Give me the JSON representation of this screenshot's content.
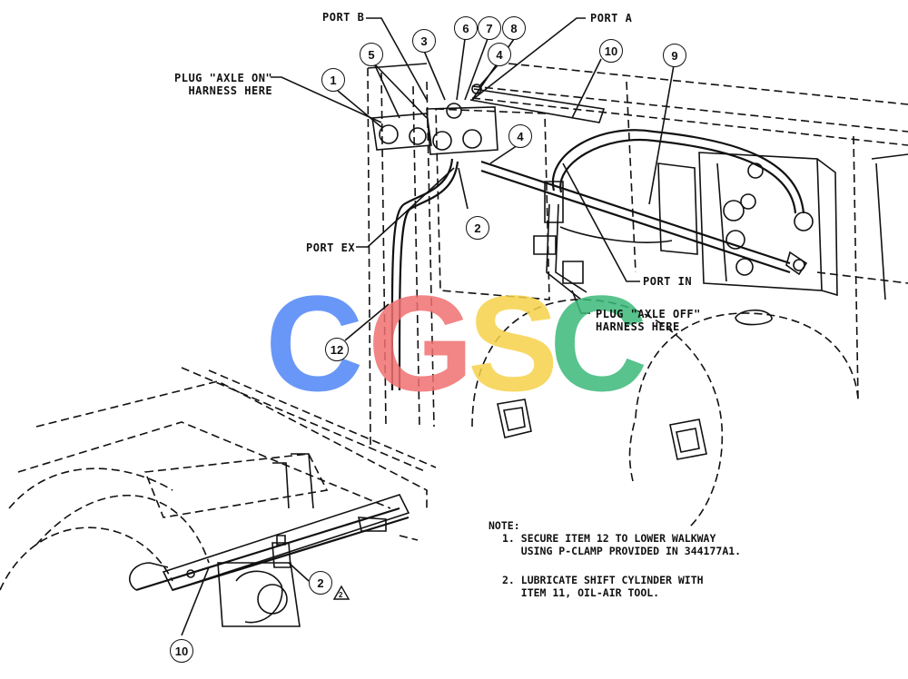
{
  "labels": {
    "port_b": "PORT B",
    "port_a": "PORT A",
    "plug_axle_on": "PLUG \"AXLE ON\"\n  HARNESS HERE",
    "port_ex": "PORT EX",
    "port_in": "PORT IN",
    "plug_axle_off": "PLUG \"AXLE OFF\"\nHARNESS HERE"
  },
  "callouts": {
    "c1": "1",
    "c2": "2",
    "c3": "3",
    "c4a": "4",
    "c4b": "4",
    "c5": "5",
    "c6": "6",
    "c7": "7",
    "c8": "8",
    "c9": "9",
    "c10a": "10",
    "c10b": "10",
    "c12": "12",
    "c2b": "2"
  },
  "warning_mark": "2",
  "note": {
    "heading": "NOTE:",
    "item1": "1. SECURE ITEM 12 TO LOWER WALKWAY\n   USING P-CLAMP PROVIDED IN 344177A1.",
    "item2": "2. LUBRICATE SHIFT CYLINDER WITH\n   ITEM 11, OIL-AIR TOOL."
  },
  "watermark": {
    "letters": [
      "C",
      "G",
      "S",
      "C"
    ],
    "colors": [
      "#4f86f7",
      "#f07070",
      "#f6d24a",
      "#3cb97a"
    ]
  }
}
